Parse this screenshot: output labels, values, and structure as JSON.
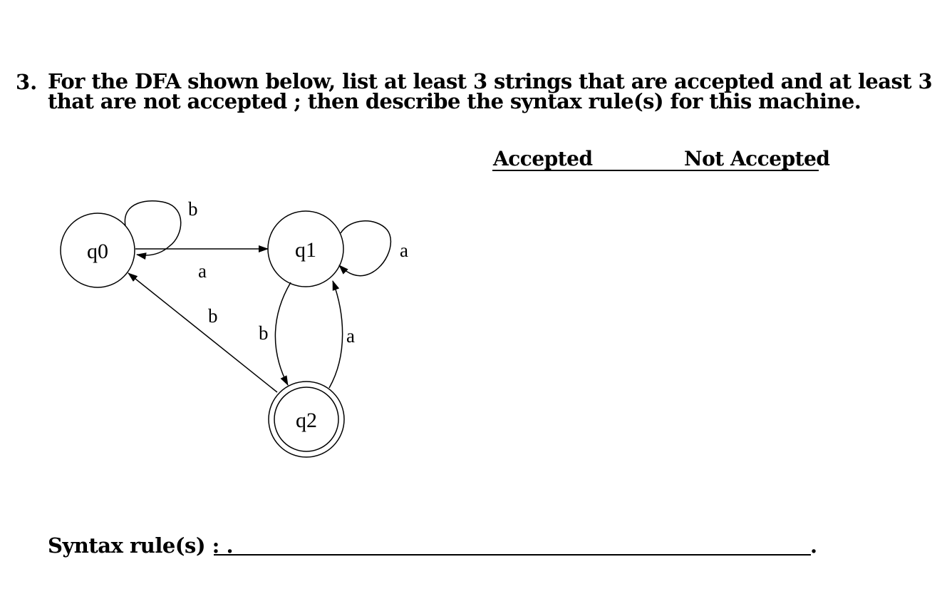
{
  "question": {
    "number": "3.",
    "line1": "For the DFA shown below, list at least 3 strings that are accepted and at least 3",
    "line2": "that are not accepted ; then describe the syntax rule(s) for this machine."
  },
  "columns": {
    "accepted": "Accepted",
    "not_accepted": "Not Accepted"
  },
  "diagram": {
    "states": [
      {
        "id": "q0",
        "label": "q0",
        "accepting": false
      },
      {
        "id": "q1",
        "label": "q1",
        "accepting": false
      },
      {
        "id": "q2",
        "label": "q2",
        "accepting": true
      }
    ],
    "transitions": [
      {
        "from": "q0",
        "to": "q0",
        "symbol": "b"
      },
      {
        "from": "q0",
        "to": "q1",
        "symbol": "a"
      },
      {
        "from": "q1",
        "to": "q1",
        "symbol": "a"
      },
      {
        "from": "q1",
        "to": "q2",
        "symbol": "b"
      },
      {
        "from": "q2",
        "to": "q1",
        "symbol": "a"
      },
      {
        "from": "q2",
        "to": "q0",
        "symbol": "b"
      }
    ]
  },
  "syntax": {
    "label": "Syntax rule(s) : .",
    "end_mark": "."
  }
}
